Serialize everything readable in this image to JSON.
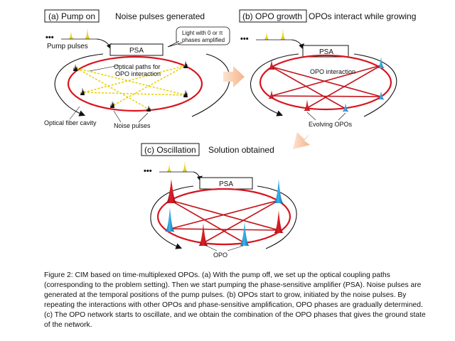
{
  "panels": {
    "a": {
      "title": "(a) Pump on",
      "heading": "Noise pulses generated",
      "pump_label": "Pump pulses",
      "psa_label": "PSA",
      "callout_line1": "Light with 0 or π",
      "callout_line2": "phases amplified",
      "paths_line1": "Optical paths for",
      "paths_line2": "OPO interaction",
      "cavity_label": "Optical fiber cavity",
      "noise_label": "Noise pulses",
      "dots": "•••"
    },
    "b": {
      "title": "(b) OPO growth",
      "heading": "OPOs interact while growing",
      "psa_label": "PSA",
      "interaction_label": "OPO interaction",
      "evolving_label": "Evolving OPOs",
      "dots": "•••"
    },
    "c": {
      "title": "(c) Oscillation",
      "heading": "Solution obtained",
      "psa_label": "PSA",
      "opo_label": "OPO",
      "dots": "•••"
    }
  },
  "caption": {
    "lines": [
      "Figure 2: CIM based on time-multiplexed OPOs. (a) With the pump off, we set up the optical coupling paths",
      "(corresponding to the problem setting). Then we start pumping the phase-sensitive amplifier (PSA). Noise pulses are",
      "generated at the temporal positions of the pump pulses. (b) OPOs start to grow, initiated by the noise pulses. By",
      "repeating the interactions with other OPOs and phase-sensitive amplification, OPO phases are gradually determined.",
      "(c) The OPO network starts to oscillate, and we obtain the combination of the OPO phases that gives the ground state",
      "of the network."
    ]
  },
  "colors": {
    "ring": "#d8141e",
    "dashed_path": "#e8d200",
    "pump_pulse": "#d9c200",
    "opo_red": "#c4141c",
    "opo_blue": "#2aa0dc",
    "transition_arrow": "#f6c7a4"
  }
}
